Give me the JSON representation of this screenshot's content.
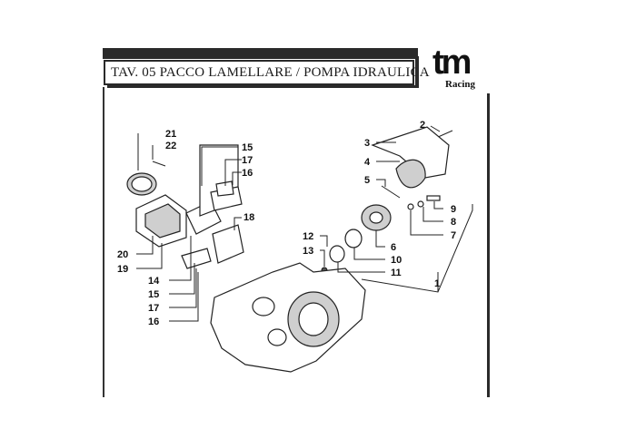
{
  "title": "TAV. 05 PACCO LAMELLARE / POMPA IDRAULICA",
  "brand": {
    "mark": "tm",
    "sub": "Racing"
  },
  "callouts": [
    "21",
    "22",
    "15",
    "17",
    "16",
    "18",
    "20",
    "19",
    "14",
    "15",
    "17",
    "16",
    "2",
    "3",
    "4",
    "5",
    "9",
    "8",
    "7",
    "12",
    "13",
    "6",
    "10",
    "11",
    "1"
  ]
}
